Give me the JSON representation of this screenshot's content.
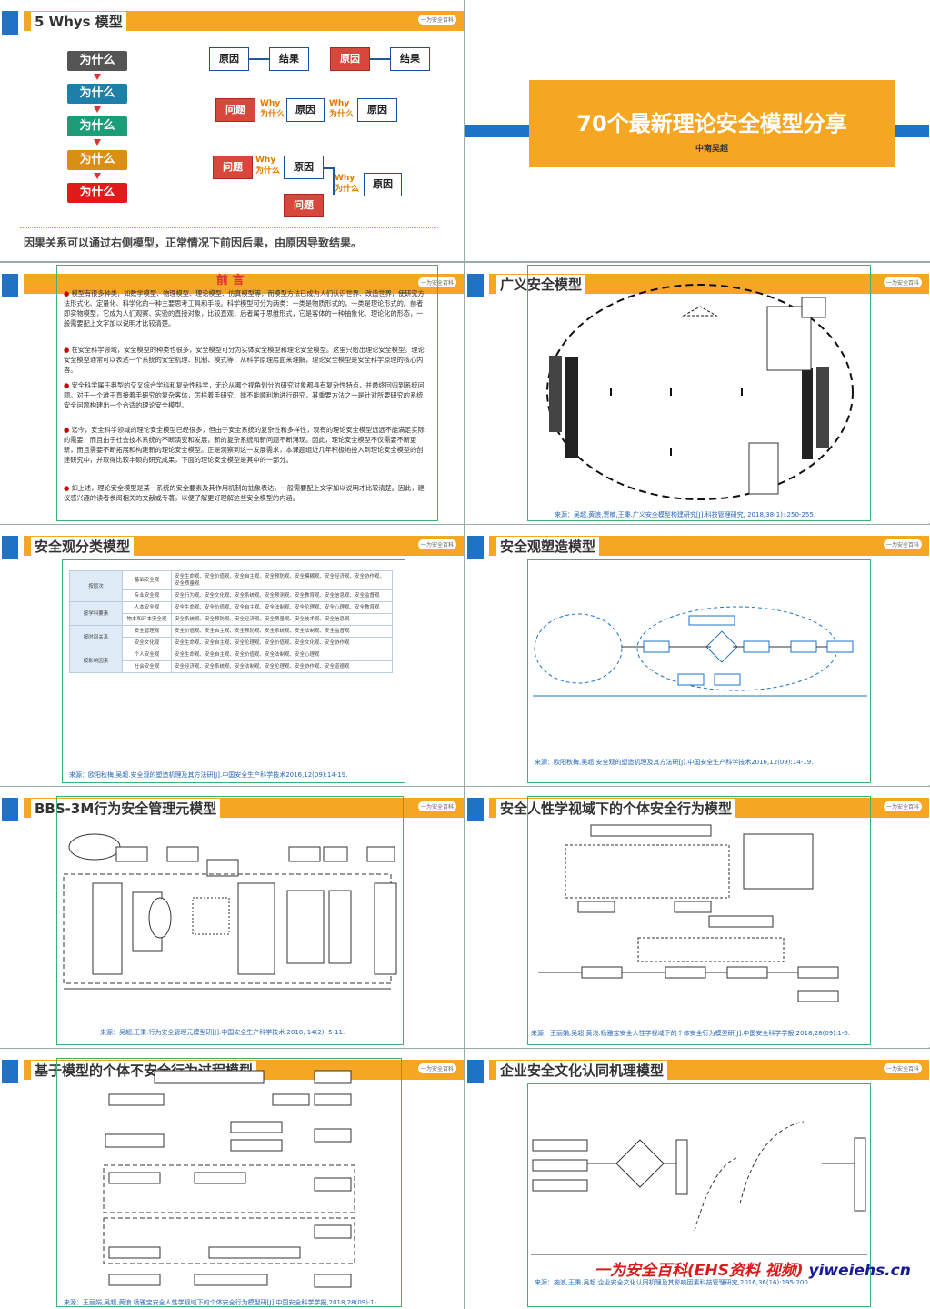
{
  "slide1": {
    "title": "5 Whys 模型",
    "whys": [
      "为什么",
      "为什么",
      "为什么",
      "为什么",
      "为什么"
    ],
    "why_colors": [
      "#555555",
      "#1e7fa8",
      "#1b9e77",
      "#d98e14",
      "#e11b1b"
    ],
    "cause": "原因",
    "effect": "结果",
    "problem": "问题",
    "why_en": "Why",
    "why_cn": "为什么",
    "caption": "因果关系可以通过右侧模型，正常情况下前因后果，由原因导致结果。"
  },
  "slide2": {
    "title": "70个最新理论安全模型分享",
    "author": "中南吴超"
  },
  "slide3": {
    "title": "前 言",
    "paragraphs": [
      "模型有很多种类，如数学模型、物理模型、理论模型、仿真模型等，而模型方法已成为人们认识世界、改造世界，使研究方法形式化、定量化、科学化的一种主要思考工具和手段。科学模型可分为两类：一类是物质形式的，一类是理论形式的。前者即实物模型，它成为人们观察、实验的直接对象，比较直观；后者属于思维形式，它是客体的一种抽象化、理论化的形态，一般需要配上文字加以说明才比较清楚。",
      "在安全科学领域，安全模型的种类也很多，安全模型可分为实体安全模型和理论安全模型。这里只给出理论安全模型。理论安全模型通常可以表达一个系统的安全机理、机制、模式等，从科学原理层面来理解，理论安全模型是安全科学原理的核心内容。",
      "安全科学属于典型的交叉综合学科和复杂性科学，无论从哪个视角划分的研究对象都具有复杂性特点，并最终回归到系统问题。对于一个难于直接着手研究的复杂客体，怎样着手研究，能不能顺利地进行研究，其重要方法之一是针对所要研究的系统安全问题构建出一个合适的理论安全模型。",
      "迄今，安全科学领域的理论安全模型已经很多，但由于安全系统的复杂性和多样性，现有的理论安全模型远远不能满足实际的需要，而且由于社会技术系统的不断演变和发展，新的复杂系统和新问题不断涌现。因此，理论安全模型不仅需要不断更新，而且需要不断拓展和构建新的理论安全模型。正是洞察到这一发展需求，本课题组近几年积极地投入到理论安全模型的创建研究中，并取得比较丰硕的研究成果，下面的理论安全模型是其中的一部分。",
      "如上述，理论安全模型是某一系统的安全要素及其作用机制的抽象表达，一般需要配上文字加以说明才比较清楚。因此，建议感兴趣的读者参阅相关的文献或专著，以便了解更好理解这些安全模型的内涵。"
    ]
  },
  "slide4": {
    "title": "广义安全模型",
    "source": "来源：吴超,黄浪,贾楠,王秉.广义安全模型构建研究[J].科技管理研究, 2018,38(1): 250-255."
  },
  "slide5": {
    "title": "安全观分类模型",
    "rows": [
      [
        "按层次",
        "基础安全观",
        "安全生命观、安全价值观、安全自主观、安全预防观、安全模糊观、安全经济观、安全协作观、安全质量观"
      ],
      [
        "",
        "专业安全观",
        "安全行为观、安全文化观、安全系统观、安全预测观、安全教育观、安全信息观、安全监督观"
      ],
      [
        "按学科要素",
        "人本安全观",
        "安全生命观、安全价值观、安全自主观、安全法制观、安全伦理观、安全心理观、安全教育观"
      ],
      [
        "",
        "物本和环本安全观",
        "安全系统观、安全预防观、安全经济观、安全质量观、安全技术观、安全信息观"
      ],
      [
        "按时间关系",
        "安全管理观",
        "安全价值观、安全自主观、安全预防观、安全系统观、安全法制观、安全监督观"
      ],
      [
        "",
        "安全文化观",
        "安全生命观、安全自主观、安全伦理观、安全价值观、安全文化观、安全协作观"
      ],
      [
        "按影响因素",
        "个人安全观",
        "安全生命观、安全自主观、安全价值观、安全法制观、安全心理观"
      ],
      [
        "",
        "社会安全观",
        "安全经济观、安全系统观、安全法制观、安全伦理观、安全协作观、安全道德观"
      ]
    ],
    "source": "来源：欧阳秋梅,吴超.安全观的塑造机理及其方法研[J].中国安全生产科学技术2016,12(09):14-19."
  },
  "slide6": {
    "title": "安全观塑造模型",
    "source": "来源：欧阳秋梅,吴超.安全观的塑造机理及其方法研[J].中国安全生产科学技术2016,12(09):14-19."
  },
  "slide7": {
    "title": "BBS-3M行为安全管理元模型",
    "source": "来源：吴超,王秉.行为安全管理元模型研[J].中国安全生产科学技术 2018, 14(2): 5-11."
  },
  "slide8": {
    "title": "安全人性学视域下的个体安全行为模型",
    "source": "来源：王丽娟,吴超,黄浪.杨雅宝安全人性学视域下的个体安全行为模型研[J].中国安全科学学报,2018,28(09):1-6."
  },
  "slide9": {
    "title": "基于模型的个体不安全行为过程模型",
    "source": "来源：王丽娟,吴超,黄浪.杨雅宝安全人性学视域下的个体安全行为模型研[J].中国安全科学学报,2018,28(09):1-"
  },
  "slide10": {
    "title": "企业安全文化认同机理模型",
    "source": "来源：施浪,王秉,吴超.企业安全文化认同机理及其影响因素科技管理研究,2016,36(16):195-200."
  },
  "watermark": {
    "main": "一为安全百科(EHS资料 视频)",
    "site": " yiweiehs.cn"
  },
  "logo": "一为安全百科"
}
